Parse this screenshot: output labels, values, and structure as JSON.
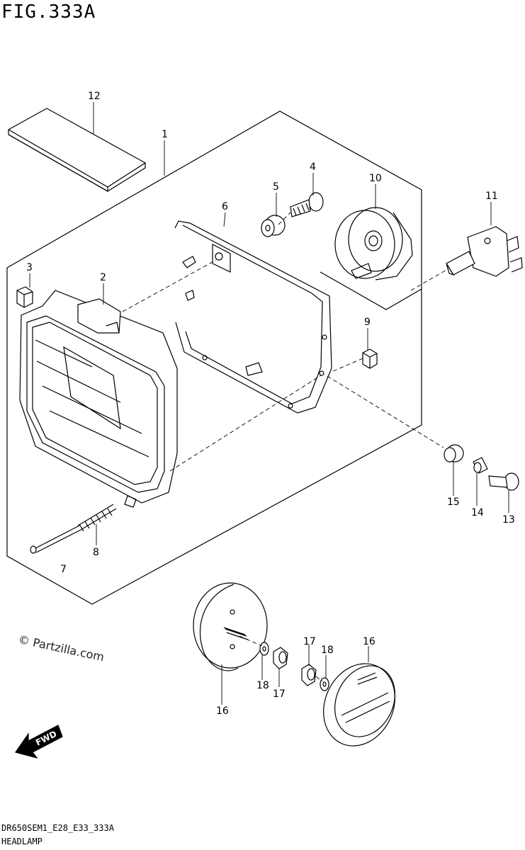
{
  "figure": {
    "title": "FIG.333A",
    "footer_code": "DR650SEM1_E28_E33_333A",
    "footer_name": "HEADLAMP",
    "watermark": "© Partzilla.com",
    "fwd_label": "FWD"
  },
  "callouts": [
    {
      "id": "c1",
      "label": "1"
    },
    {
      "id": "c2",
      "label": "2"
    },
    {
      "id": "c3",
      "label": "3"
    },
    {
      "id": "c4",
      "label": "4"
    },
    {
      "id": "c5",
      "label": "5"
    },
    {
      "id": "c6",
      "label": "6"
    },
    {
      "id": "c7",
      "label": "7"
    },
    {
      "id": "c8",
      "label": "8"
    },
    {
      "id": "c9",
      "label": "9"
    },
    {
      "id": "c10",
      "label": "10"
    },
    {
      "id": "c11",
      "label": "11"
    },
    {
      "id": "c12",
      "label": "12"
    },
    {
      "id": "c13",
      "label": "13"
    },
    {
      "id": "c14",
      "label": "14"
    },
    {
      "id": "c15",
      "label": "15"
    },
    {
      "id": "c16a",
      "label": "16"
    },
    {
      "id": "c16b",
      "label": "16"
    },
    {
      "id": "c17a",
      "label": "17"
    },
    {
      "id": "c17b",
      "label": "17"
    },
    {
      "id": "c18a",
      "label": "18"
    },
    {
      "id": "c18b",
      "label": "18"
    }
  ]
}
